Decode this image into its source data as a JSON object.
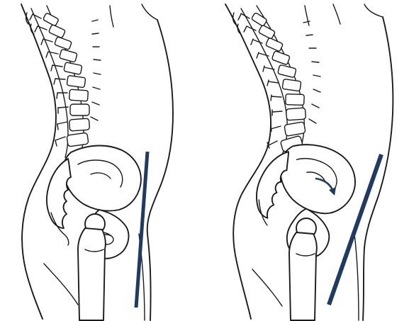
{
  "figure": {
    "panels": [
      {
        "id": "neutral",
        "pelvic_tilt": "neutral"
      },
      {
        "id": "anterior",
        "pelvic_tilt": "anterior",
        "has_rotation_arrow": true
      }
    ],
    "colors": {
      "outline": "#1b1b1b",
      "reference_line": "#1f3a63",
      "background": "#ffffff"
    }
  }
}
